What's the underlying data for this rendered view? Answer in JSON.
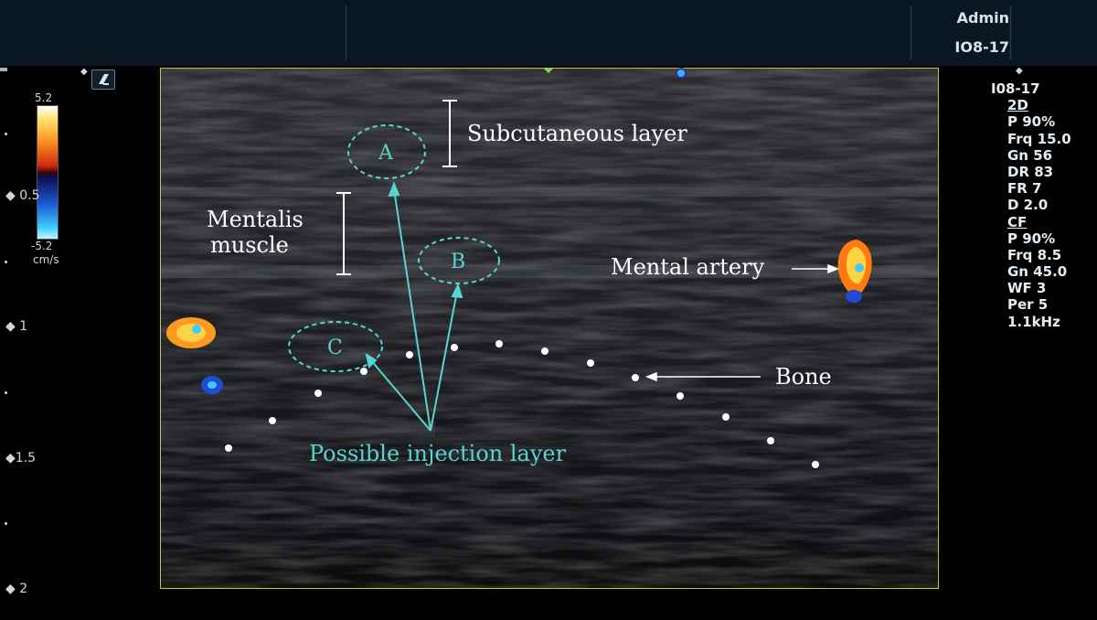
{
  "header": {
    "user": "Admin",
    "probe": "IO8-17"
  },
  "panel": {
    "probe": "I08-17",
    "sections": [
      {
        "title": "2D",
        "items": [
          "P 90%",
          "Frq 15.0",
          "Gn 56",
          "DR 83",
          "FR 7",
          "D 2.0"
        ]
      },
      {
        "title": "CF",
        "items": [
          "P 90%",
          "Frq 8.5",
          "Gn 45.0",
          "WF 3",
          "Per 5",
          "1.1kHz"
        ]
      }
    ]
  },
  "colorbar": {
    "max": "5.2",
    "min": "-5.2",
    "unit": "cm/s"
  },
  "depth_scale": [
    "0.5",
    "1",
    "1.5",
    "2"
  ],
  "annotations": {
    "subcutaneous": "Subcutaneous layer",
    "mentalis_1": "Mentalis",
    "mentalis_2": "muscle",
    "mental_artery": "Mental artery",
    "bone": "Bone",
    "injection": "Possible injection layer",
    "label_a": "A",
    "label_b": "B",
    "label_c": "C"
  },
  "colors": {
    "annotation": "#5ad4d0",
    "text": "#ffffff",
    "frame": "#c9c23c"
  }
}
